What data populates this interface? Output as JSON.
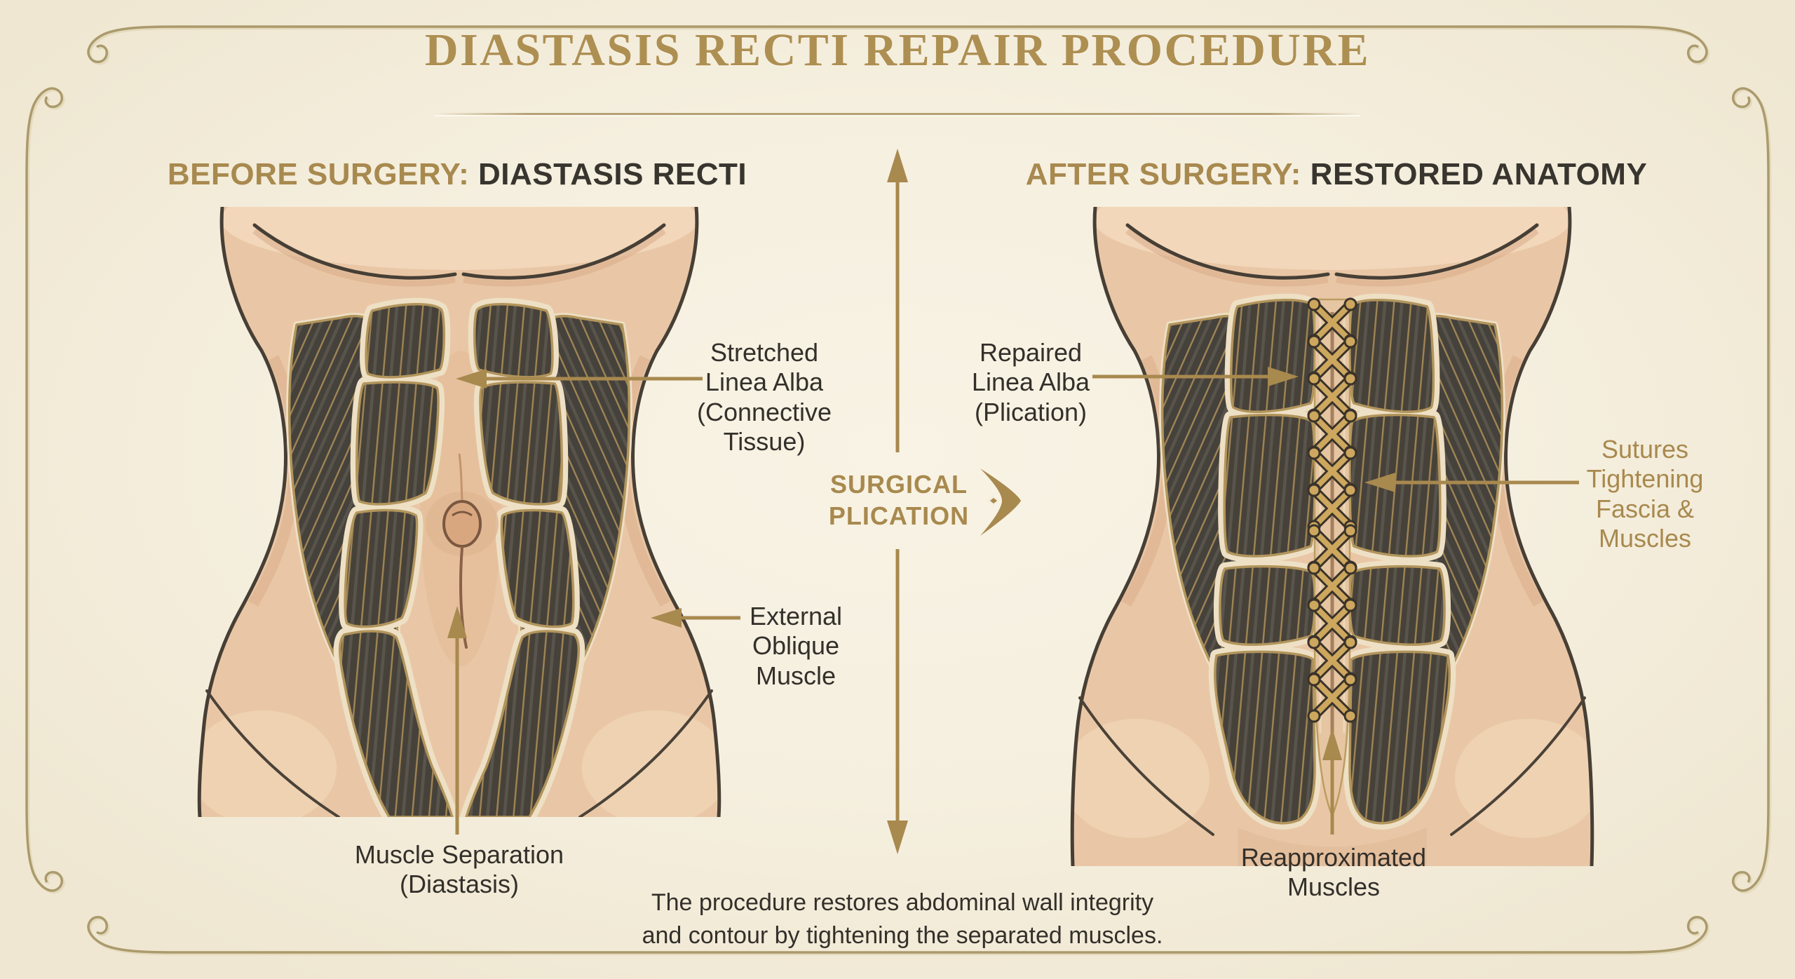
{
  "title": "DIASTASIS RECTI REPAIR PROCEDURE",
  "caption": "The procedure restores abdominal wall integrity\nand contour by tightening the separated muscles.",
  "center": {
    "surgical_plication": "SURGICAL\nPLICATION"
  },
  "panels": {
    "before": {
      "heading_prefix": "BEFORE SURGERY:",
      "heading_main": "DIASTASIS RECTI",
      "labels": {
        "stretched_linea_alba": "Stretched\nLinea Alba\n(Connective\nTissue)",
        "external_oblique": "External\nOblique\nMuscle",
        "muscle_separation": "Muscle Separation\n(Diastasis)"
      }
    },
    "after": {
      "heading_prefix": "AFTER SURGERY:",
      "heading_main": "RESTORED ANATOMY",
      "labels": {
        "repaired_linea_alba": "Repaired\nLinea Alba\n(Plication)",
        "sutures_tightening": "Sutures\nTightening\nFascia &\nMuscles",
        "reapproximated_muscles": "Reapproximated\nMuscles"
      }
    }
  },
  "colors": {
    "background": "#f5efdf",
    "accent_gold": "#a8894e",
    "title_gold": "#ae8f52",
    "border_gold": "#ab9a6c",
    "heading_dark": "#38342e",
    "label_dark": "#33302b",
    "skin": "#e9c7a6",
    "skin_shadow": "#d9ab87",
    "muscle_dark": "#474239",
    "muscle_fiber": "#a98c58",
    "fascia_cream": "#eee0c5",
    "suture_rope": "#cda75e"
  },
  "icons": {
    "plication_chevron": "plication-chevron-icon",
    "center_double_arrow": "up-down-arrow-icon"
  }
}
